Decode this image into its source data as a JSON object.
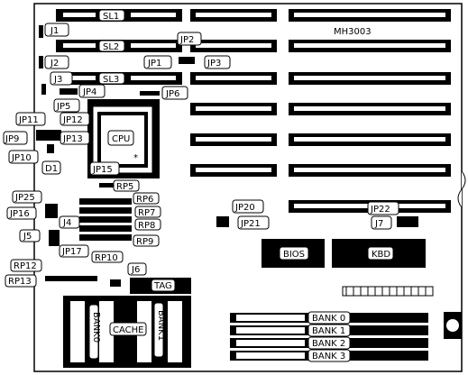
{
  "board": {
    "model": "MH3003",
    "labels": {
      "sl1": "SL1",
      "sl2": "SL2",
      "sl3": "SL3",
      "j1": "J1",
      "j2": "J2",
      "j3": "J3",
      "j4": "J4",
      "j5": "J5",
      "j6": "J6",
      "j7": "J7",
      "jp1": "JP1",
      "jp2": "JP2",
      "jp3": "JP3",
      "jp4": "JP4",
      "jp5": "JP5",
      "jp6": "JP6",
      "jp9": "JP9",
      "jp10": "JP10",
      "jp11": "JP11",
      "jp12": "JP12",
      "jp13": "JP13",
      "jp15": "JP15",
      "jp16": "JP16",
      "jp17": "JP17",
      "jp20": "JP20",
      "jp21": "JP21",
      "jp22": "JP22",
      "jp25": "JP25",
      "d1": "D1",
      "cpu": "CPU",
      "rp5": "RP5",
      "rp6": "RP6",
      "rp7": "RP7",
      "rp8": "RP8",
      "rp9": "RP9",
      "rp10": "RP10",
      "rp12": "RP12",
      "rp13": "RP13",
      "bios": "BIOS",
      "kbd": "KBD",
      "tag": "TAG",
      "cache": "CACHE",
      "bank0_v": "BANK0",
      "bank1_v": "BANK1",
      "bank_0": "BANK 0",
      "bank_1": "BANK 1",
      "bank_2": "BANK 2",
      "bank_3": "BANK 3"
    }
  }
}
